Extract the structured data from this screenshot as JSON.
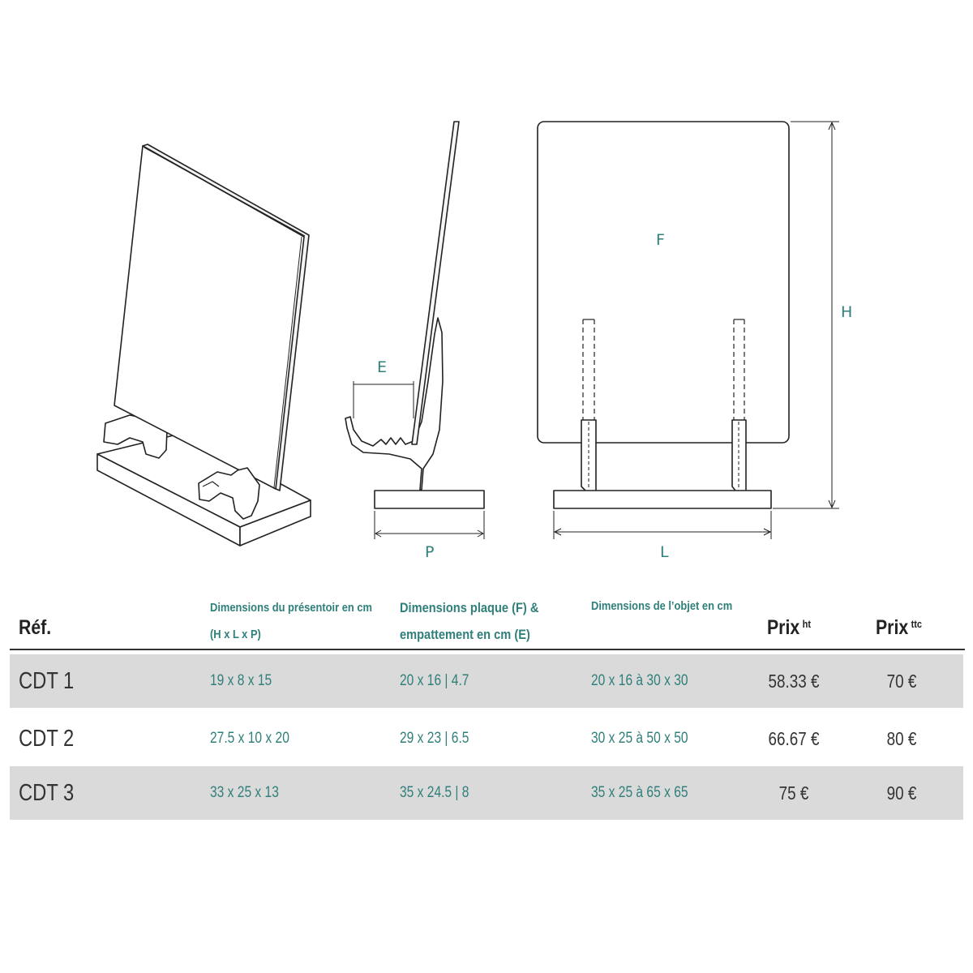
{
  "drawing": {
    "labels": {
      "front_plate": "F",
      "height": "H",
      "side_e": "E",
      "depth": "P",
      "width": "L"
    },
    "line_color": "#222222",
    "accent_color": "#2f7f7a"
  },
  "table": {
    "headers": {
      "ref": "Réf.",
      "presentoir_line1": "Dimensions du présentoir en cm",
      "presentoir_line2": "(H x L x P)",
      "plaque_line1": "Dimensions plaque (F) &",
      "plaque_line2": "empattement en cm (E)",
      "objet": "Dimensions de l’objet en cm",
      "prix_ht": "Prix",
      "prix_ht_sup": "ht",
      "prix_ttc": "Prix",
      "prix_ttc_sup": "ttc"
    },
    "rows": [
      {
        "ref": "CDT 1",
        "presentoir": "19 x 8 x 15",
        "plaque": "20 x 16 | 4.7",
        "objet": "20 x 16 à 30 x 30",
        "prix_ht": "58.33 €",
        "prix_ttc": "70 €"
      },
      {
        "ref": "CDT 2",
        "presentoir": "27.5 x 10 x 20",
        "plaque": "29 x 23 | 6.5",
        "objet": "30 x 25 à 50 x 50",
        "prix_ht": "66.67 €",
        "prix_ttc": "80 €"
      },
      {
        "ref": "CDT 3",
        "presentoir": "33 x 25 x 13",
        "plaque": "35 x 24.5 | 8",
        "objet": "35 x 25 à 65 x 65",
        "prix_ht": "75 €",
        "prix_ttc": "90 €"
      }
    ],
    "row_shade_color": "#dadada",
    "text_color": "#333333"
  }
}
